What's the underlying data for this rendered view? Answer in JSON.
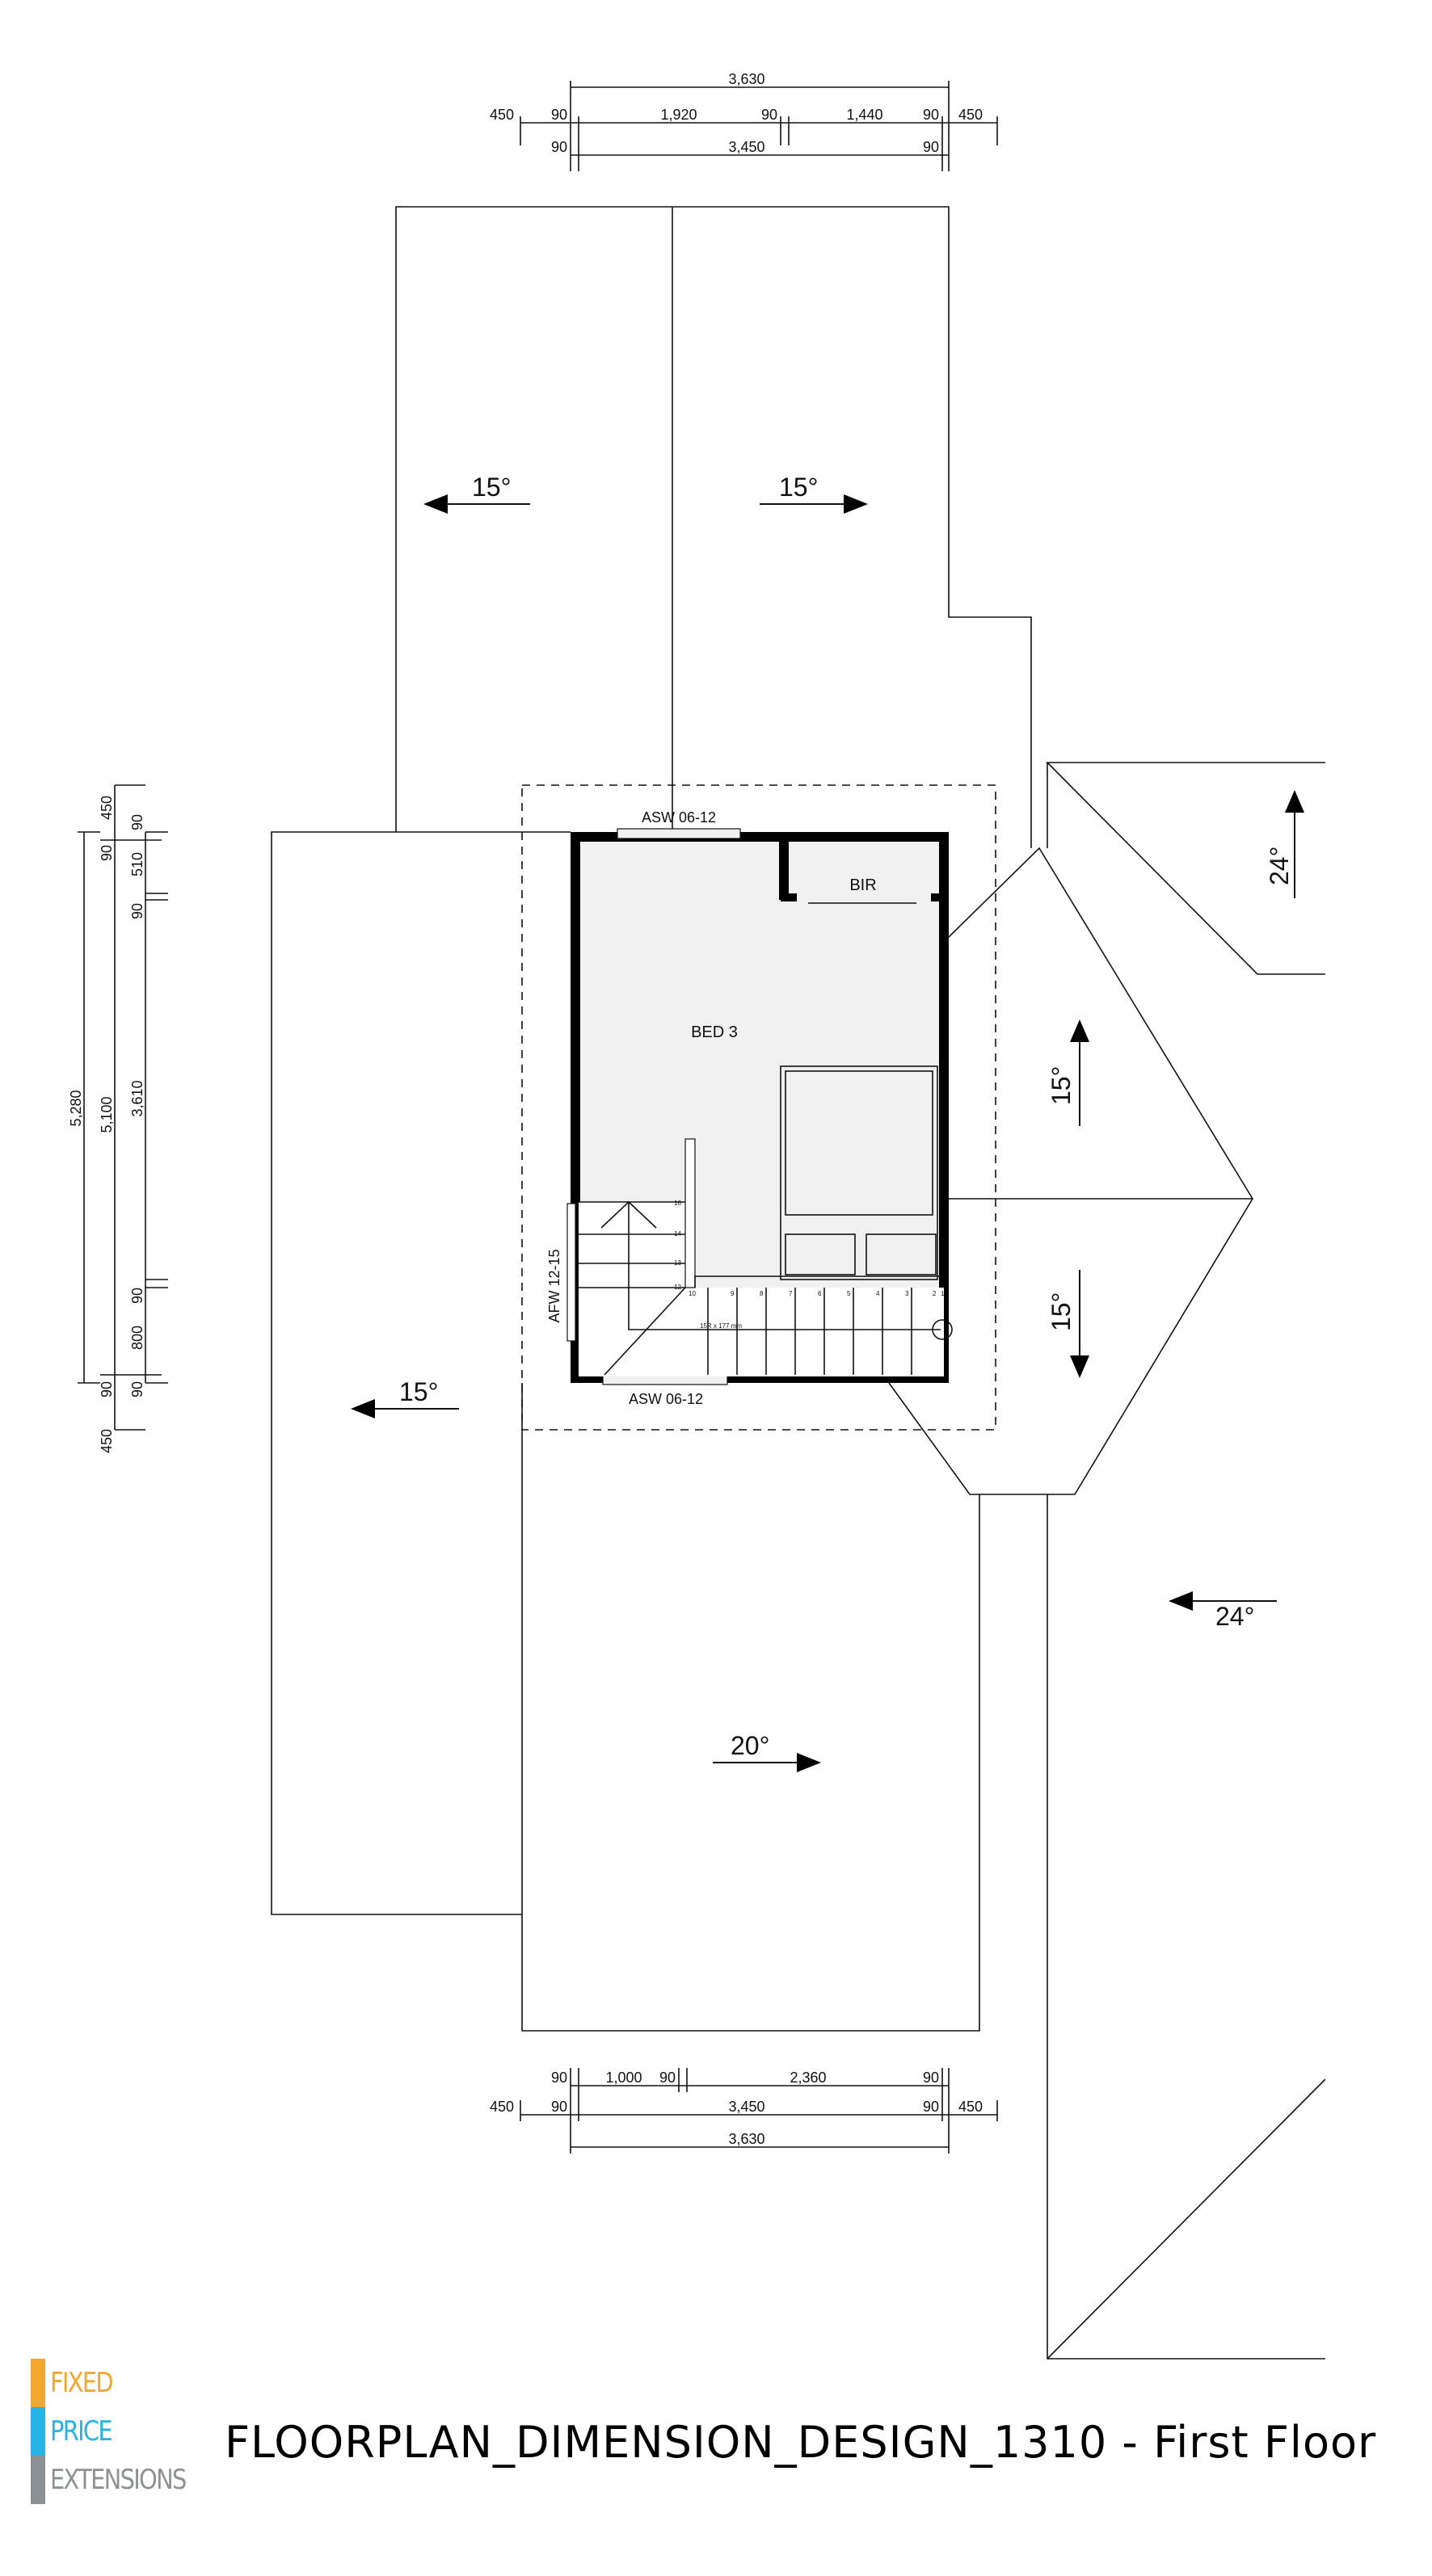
{
  "title": "FLOORPLAN_DIMENSION_DESIGN_1310 - First Floor",
  "logo": {
    "line1": "FIXED",
    "line2": "PRICE",
    "line3": "EXTENSIONS",
    "colors": {
      "fixed": "#f2a72e",
      "price": "#27b3e6",
      "extensions": "#8e9193"
    }
  },
  "top_dims": {
    "overall": "3,630",
    "row2": [
      "450",
      "90",
      "1,920",
      "90",
      "1,440",
      "90",
      "450"
    ],
    "row3": [
      "90",
      "3,450",
      "90"
    ]
  },
  "bottom_dims": {
    "row1": [
      "90",
      "1,000",
      "90",
      "2,360",
      "90"
    ],
    "row2": [
      "450",
      "90",
      "3,450",
      "90",
      "450"
    ],
    "overall": "3,630"
  },
  "left_dims": {
    "overall": "5,280",
    "col2": [
      "450",
      "90",
      "5,100",
      "90",
      "450"
    ],
    "col3": [
      "90",
      "510",
      "90",
      "3,610",
      "90",
      "800",
      "90"
    ]
  },
  "rooms": {
    "bed": "BED 3",
    "bir": "BIR"
  },
  "windows": {
    "top": "ASW 06-12",
    "bottom": "ASW 06-12",
    "left": "AFW 12-15"
  },
  "stairs": {
    "note": "15R x 177 mm",
    "upper_numbers": [
      "16",
      "14",
      "13",
      "12"
    ],
    "lower_numbers": [
      "10",
      "9",
      "8",
      "7",
      "6",
      "5",
      "4",
      "3",
      "2",
      "1"
    ]
  },
  "roof_pitches": [
    "15°",
    "15°",
    "24°",
    "15°",
    "15°",
    "15°",
    "24°",
    "20°"
  ]
}
